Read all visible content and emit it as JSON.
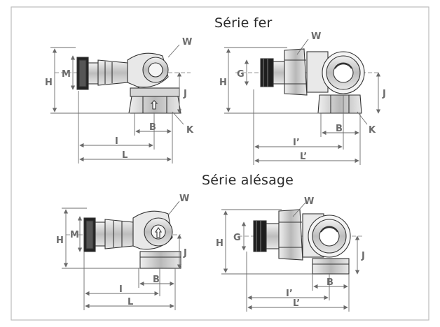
{
  "sections": [
    {
      "title": "Série fer"
    },
    {
      "title": "Série alésage"
    }
  ],
  "dims": {
    "H": "H",
    "M": "M",
    "G": "G",
    "J": "J",
    "W": "W",
    "B": "B",
    "K": "K",
    "I": "I",
    "L": "L",
    "I_prime": "I’",
    "L_prime": "L’"
  },
  "colors": {
    "frame": "#bcbcbc",
    "line": "#3a3a3a",
    "dim": "#6b6b6b",
    "metal": "#cfcfcf",
    "dark": "#1e1e1e"
  }
}
